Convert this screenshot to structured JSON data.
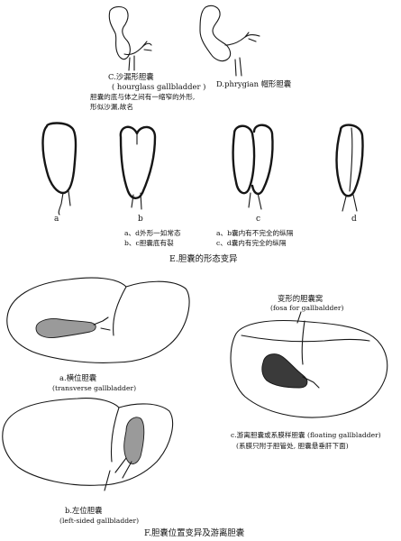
{
  "sectionE": {
    "hourglass": {
      "title": "C.沙漏形胆囊",
      "english": "( hourglass gallbladder )",
      "desc_line1": "胆囊的底与体之间有一缩窄的外形,",
      "desc_line2": "形似沙漏,故名"
    },
    "phrygian": {
      "title": "D.phrygian 帽形胆囊"
    },
    "letters": {
      "a": "a",
      "b": "b",
      "c": "c",
      "d": "d"
    },
    "notes": {
      "ab_line1": "a、d外形一如常态",
      "ab_line2": "b、c胆囊底有裂",
      "cd_line1": "a、b囊内有不完全的纵隔",
      "cd_line2": "c、d囊内有完全的纵隔"
    },
    "caption": "E.胆囊的形态变异"
  },
  "sectionF": {
    "transverse": {
      "label": "a.横位胆囊",
      "english": "(transverse gallbladder)"
    },
    "leftsided": {
      "label": "b.左位胆囊",
      "english": "(left-sided gallbladder)"
    },
    "fossa": {
      "label": "变形的胆囊窝",
      "english": "(fosa for gallbaldder)"
    },
    "floating": {
      "label": "c.游离胆囊或系膜样胆囊 (floating gallbladder)",
      "desc": "(系膜只附于胆管处, 胆囊悬垂肝下面)"
    },
    "caption": "F.胆囊位置变异及游离胆囊"
  }
}
